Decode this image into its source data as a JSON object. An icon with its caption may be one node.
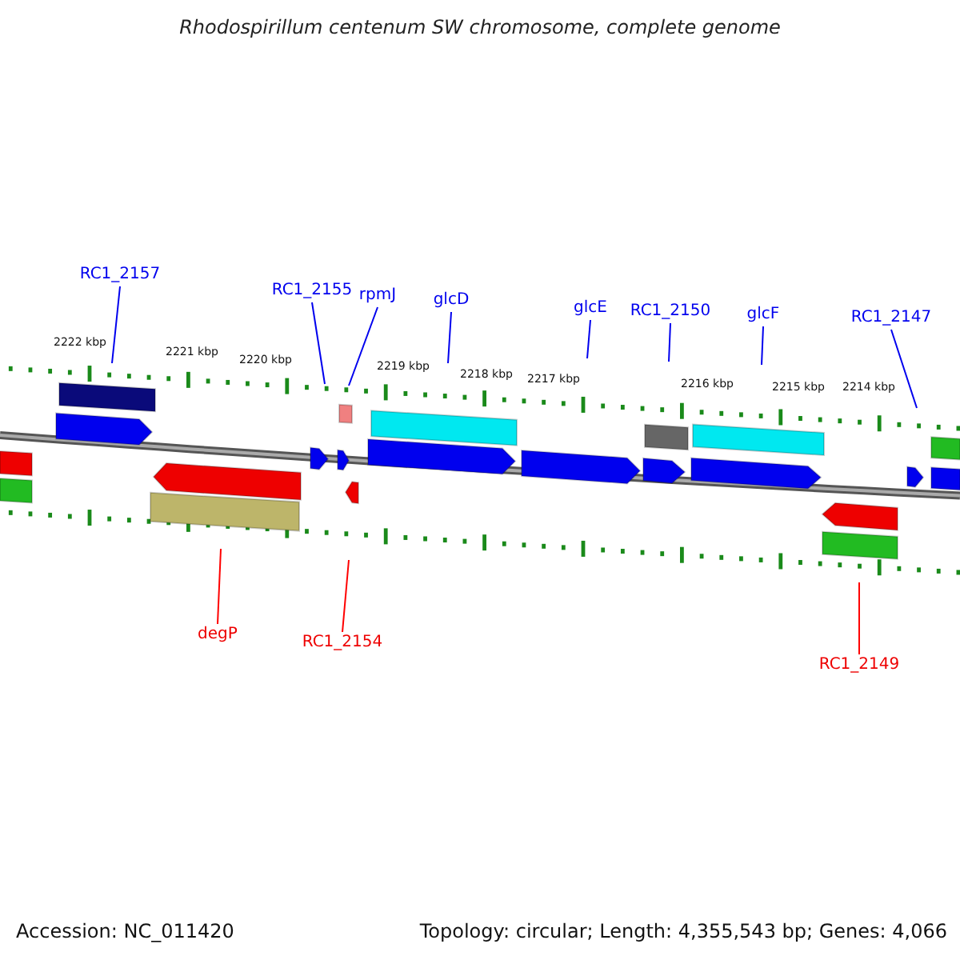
{
  "diagram": {
    "title": "Rhodospirillum centenum SW chromosome, complete genome",
    "nodes": [
      {
        "text": [
          "RC1_2157"
        ]
      },
      {
        "text": [
          "RC1_2155"
        ]
      },
      {
        "text": [
          "rpmJ"
        ]
      },
      {
        "text": [
          "glcD"
        ]
      },
      {
        "text": [
          "glcE"
        ]
      },
      {
        "text": [
          "RC1_2150"
        ]
      },
      {
        "text": [
          "glcF"
        ]
      },
      {
        "text": [
          "RC1_2147"
        ]
      },
      {
        "text": [
          "degP"
        ]
      },
      {
        "text": [
          "RC1_2154"
        ]
      },
      {
        "text": [
          "RC1_2149"
        ]
      }
    ],
    "edges": [
      {
        "from": 0,
        "to": null,
        "arrow": "none"
      },
      {
        "from": 1,
        "to": null,
        "arrow": "none"
      },
      {
        "from": 2,
        "to": null,
        "arrow": "none"
      },
      {
        "from": 3,
        "to": null,
        "arrow": "none"
      },
      {
        "from": 4,
        "to": null,
        "arrow": "none"
      },
      {
        "from": 5,
        "to": null,
        "arrow": "none"
      },
      {
        "from": 6,
        "to": null,
        "arrow": "none"
      },
      {
        "from": 7,
        "to": null,
        "arrow": "none"
      },
      {
        "from": 8,
        "to": null,
        "arrow": "none",
        "color": "#ff0000"
      },
      {
        "from": 9,
        "to": null,
        "arrow": "none",
        "color": "#ff0000"
      },
      {
        "from": 10,
        "to": null,
        "arrow": "none",
        "color": "#ff0000"
      }
    ],
    "labels": [
      "2222 kbp",
      "2221 kbp",
      "2220 kbp",
      "2219 kbp",
      "2218 kbp",
      "2217 kbp",
      "2216 kbp",
      "2215 kbp",
      "2214 kbp",
      "Accession: NC_011420",
      "Topology: circular; Length: 4,355,543 bp; Genes: 4,066"
    ]
  }
}
